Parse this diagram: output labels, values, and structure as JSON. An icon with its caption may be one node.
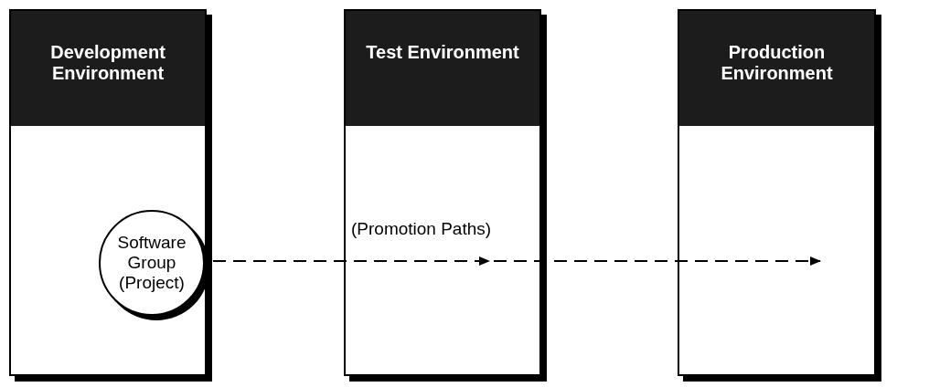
{
  "diagram": {
    "nodes": [
      {
        "text": [
          "Development Environment"
        ]
      },
      {
        "text": [
          "Test Environment"
        ]
      },
      {
        "text": [
          "Production Environment"
        ]
      },
      {
        "text": [
          "Software Group (Project)"
        ],
        "in": 0
      }
    ],
    "edges": [
      {
        "from": 3,
        "to": 1,
        "arrow": "to",
        "style": "dashed",
        "label": "(Promotion Paths)"
      },
      {
        "from": 1,
        "to": 2,
        "arrow": "to",
        "style": "dashed"
      }
    ]
  }
}
